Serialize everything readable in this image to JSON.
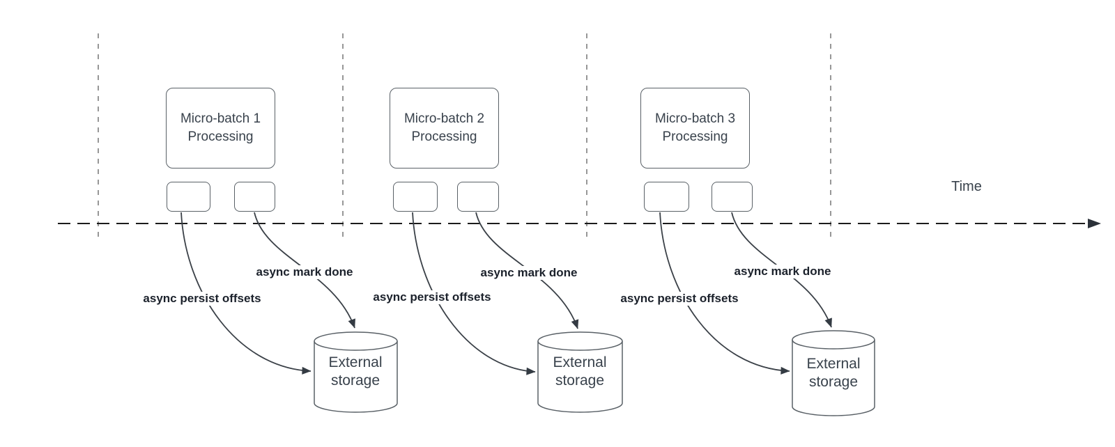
{
  "colors": {
    "background": "#ffffff",
    "shape_stroke": "#596066",
    "curve_stroke": "#3a4047",
    "timeline_stroke": "#1b1b1b",
    "guide_stroke": "#979797",
    "shape_text": "#39424c",
    "label_text": "#1b212b"
  },
  "timeline": {
    "label": "Time"
  },
  "groups": [
    {
      "process_box": {
        "lines": [
          "Micro-batch 1",
          "Processing"
        ]
      },
      "persist_label": "async persist offsets",
      "done_label": "async mark done",
      "storage": {
        "lines": [
          "External",
          "storage"
        ]
      }
    },
    {
      "process_box": {
        "lines": [
          "Micro-batch 2",
          "Processing"
        ]
      },
      "persist_label": "async persist offsets",
      "done_label": "async mark done",
      "storage": {
        "lines": [
          "External",
          "storage"
        ]
      }
    },
    {
      "process_box": {
        "lines": [
          "Micro-batch 3",
          "Processing"
        ]
      },
      "persist_label": "async persist offsets",
      "done_label": "async mark done",
      "storage": {
        "lines": [
          "External",
          "storage"
        ]
      }
    }
  ]
}
